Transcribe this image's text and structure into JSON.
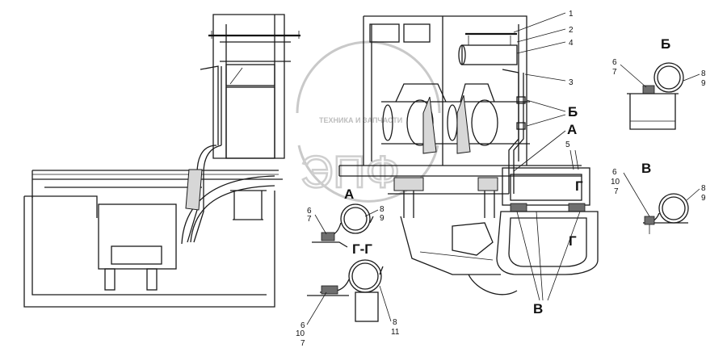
{
  "watermark": {
    "top_text": "ТЕХНИКА И ЗАПЧАСТИ",
    "logo_text": "ЭПФ"
  },
  "part_labels": {
    "p1": "1",
    "p2": "2",
    "p4": "4",
    "p3": "3",
    "p5": "5"
  },
  "view_letters": {
    "a_main": "А",
    "b_main": "Б",
    "v_main": "В",
    "g_main_1": "Г",
    "g_main_2": "Г"
  },
  "detail_a": {
    "title": "А",
    "n6": "6",
    "n7": "7",
    "n8": "8",
    "n9": "9"
  },
  "detail_b": {
    "title": "Б",
    "n6": "6",
    "n7": "7",
    "n8": "8",
    "n9": "9"
  },
  "detail_v": {
    "title": "В",
    "n6": "6",
    "n10": "10",
    "n7": "7",
    "n8": "8",
    "n9": "9"
  },
  "detail_g": {
    "title": "Г-Г",
    "n6": "6",
    "n10": "10",
    "n7": "7",
    "n8": "8",
    "n11": "11"
  }
}
